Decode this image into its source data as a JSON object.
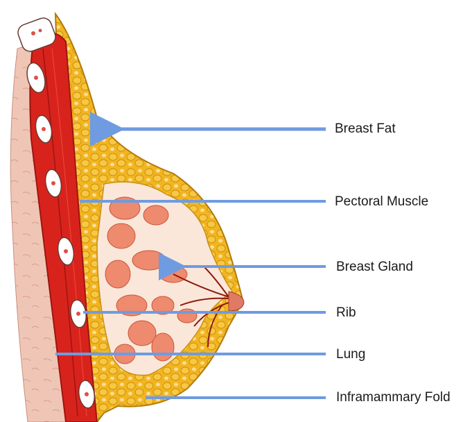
{
  "labels": {
    "breast_fat": "Breast Fat",
    "pectoral_muscle": "Pectoral Muscle",
    "breast_gland": "Breast Gland",
    "rib": "Rib",
    "lung": "Lung",
    "inframammary_fold": "Inframammary Fold"
  },
  "colors": {
    "arrow": "#6f9be0",
    "fat": "#f3b51f",
    "fat_outline": "#b27a0a",
    "muscle": "#d8231d",
    "muscle_dark": "#9c1510",
    "gland": "#ee8a6e",
    "skin": "#efc4b4",
    "rib": "#ffffff"
  }
}
